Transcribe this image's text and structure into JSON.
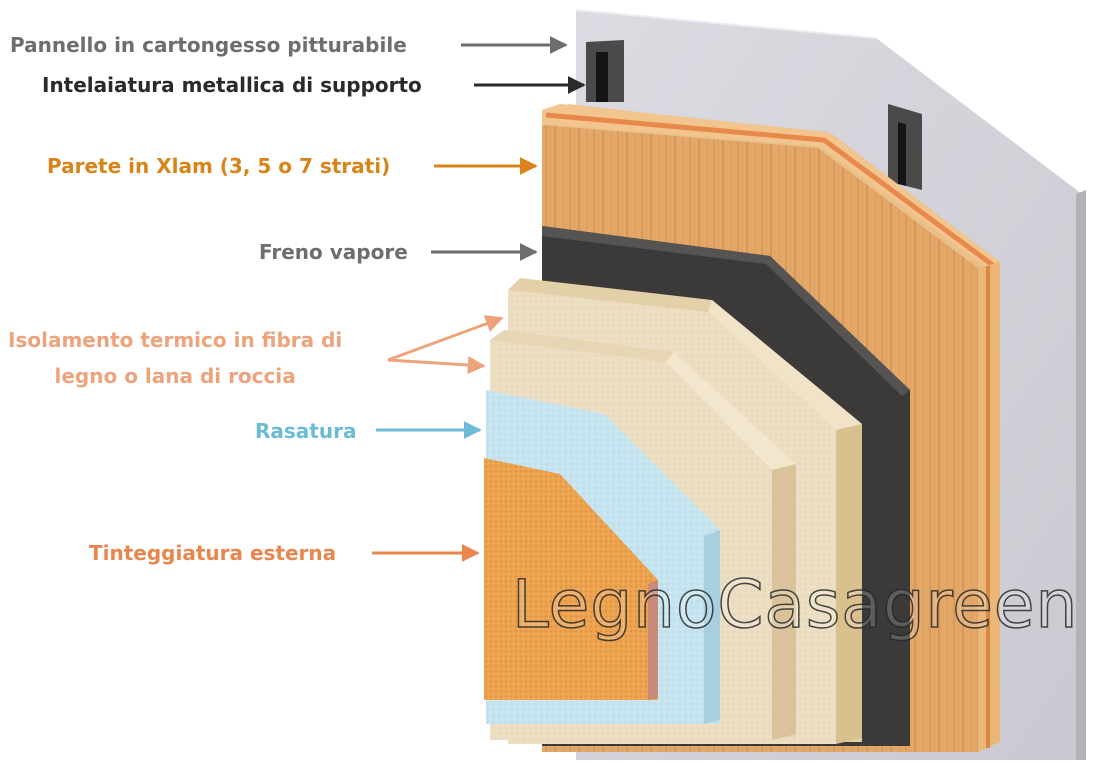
{
  "layers": [
    {
      "key": "panel",
      "label": "Pannello in cartongesso pitturabile",
      "color": "#6e6e6e"
    },
    {
      "key": "frame",
      "label": "Intelaiatura metallica di supporto",
      "color": "#2a2a2a"
    },
    {
      "key": "xlam",
      "label": "Parete in Xlam (3, 5 o 7 strati)",
      "color": "#d98418"
    },
    {
      "key": "vapor",
      "label": "Freno vapore",
      "color": "#6e6e6e"
    },
    {
      "key": "insulation",
      "label_lines": [
        "Isolamento termico in fibra di",
        "legno o lana di roccia"
      ],
      "color": "#eda47c"
    },
    {
      "key": "skim",
      "label": "Rasatura",
      "color": "#6cbad6"
    },
    {
      "key": "paint",
      "label": "Tinteggiatura esterna",
      "color": "#e9864e"
    }
  ],
  "watermark": "LegnoCasagreen",
  "colors": {
    "gypsum": "#d4d3da",
    "xlam_wood": "#e0a464",
    "vapor_membrane": "#3b3a39",
    "insulation_fiber": "#eadcc0",
    "skim_coat": "#c1e1ee",
    "exterior_paint": "#eba04c"
  }
}
